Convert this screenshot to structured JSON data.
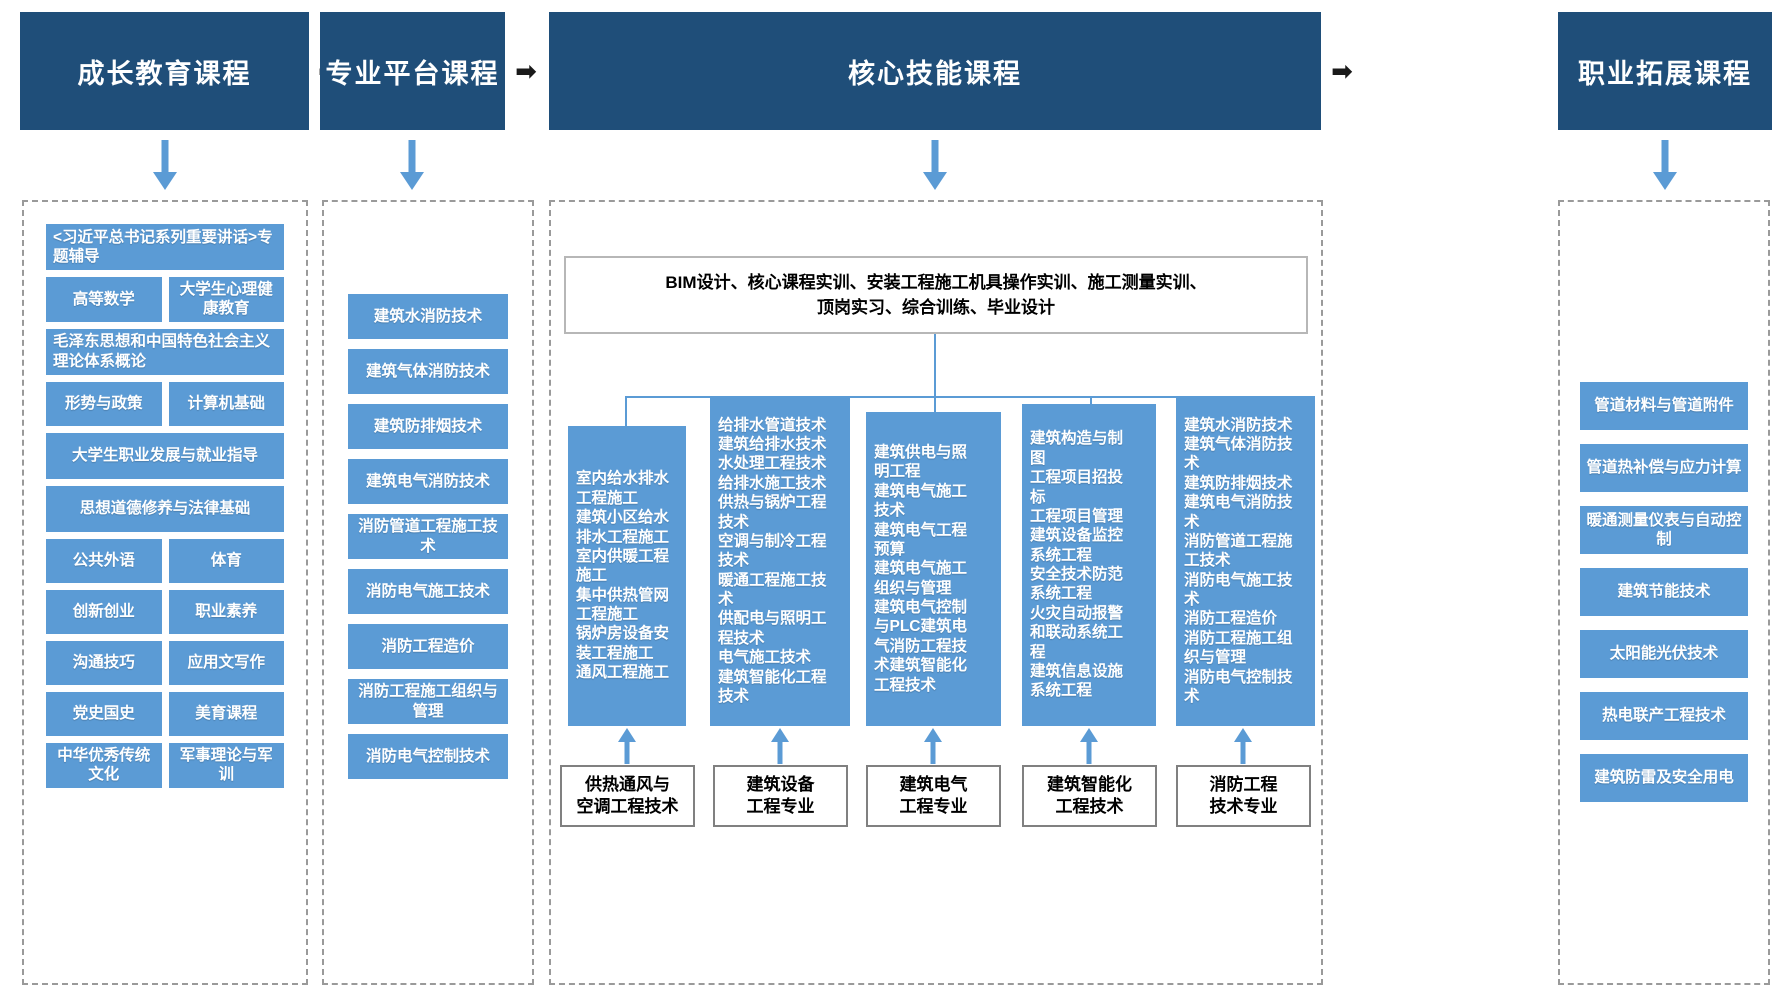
{
  "headers": [
    {
      "label": "成长教育课程"
    },
    {
      "label": "专业平台课程"
    },
    {
      "label": "核心技能课程"
    },
    {
      "label": "职业拓展课程"
    }
  ],
  "arrow_glyph": "➡",
  "colors": {
    "header_bg": "#1F4E79",
    "chip_bg": "#5B9BD5",
    "arrow": "#5B9BD5",
    "panel_border": "#9a9a9a",
    "text_light": "#ffffff",
    "text_dark": "#000000"
  },
  "growth_education": {
    "rows": [
      {
        "type": "wide",
        "items": [
          "<习近平总书记系列重要讲话>专题辅导"
        ]
      },
      {
        "type": "half",
        "items": [
          "高等数学",
          "大学生心理健康教育"
        ]
      },
      {
        "type": "wide",
        "items": [
          "毛泽东思想和中国特色社会主义理论体系概论"
        ]
      },
      {
        "type": "half",
        "items": [
          "形势与政策",
          "计算机基础"
        ]
      },
      {
        "type": "wide",
        "items": [
          "大学生职业发展与就业指导"
        ]
      },
      {
        "type": "wide",
        "items": [
          "思想道德修养与法律基础"
        ]
      },
      {
        "type": "half",
        "items": [
          "公共外语",
          "体育"
        ]
      },
      {
        "type": "half",
        "items": [
          "创新创业",
          "职业素养"
        ]
      },
      {
        "type": "half",
        "items": [
          "沟通技巧",
          "应用文写作"
        ]
      },
      {
        "type": "half",
        "items": [
          "党史国史",
          "美育课程"
        ]
      },
      {
        "type": "half",
        "items": [
          "中华优秀传统文化",
          "军事理论与军训"
        ]
      }
    ]
  },
  "platform_courses": {
    "items": [
      "建筑水消防技术",
      "建筑气体消防技术",
      "建筑防排烟技术",
      "建筑电气消防技术",
      "消防管道工程施工技术",
      "消防电气施工技术",
      "消防工程造价",
      "消防工程施工组织与管理",
      "消防电气控制技术"
    ]
  },
  "core_skills": {
    "practice_box": "BIM设计、核心课程实训、安装工程施工机具操作实训、施工测量实训、\n顶岗实习、综合训练、毕业设计",
    "columns": [
      {
        "courses": "室内给水排水\n工程施工\n建筑小区给水\n排水工程施工\n室内供暖工程\n施工\n集中供热管网\n工程施工\n锅炉房设备安\n装工程施工\n通风工程施工",
        "major": "供热通风与\n空调工程技术"
      },
      {
        "courses": "给排水管道技术\n建筑给排水技术\n水处理工程技术\n给排水施工技术\n供热与锅炉工程\n技术\n空调与制冷工程\n技术\n暖通工程施工技\n术\n供配电与照明工\n程技术\n电气施工技术\n建筑智能化工程\n技术",
        "major": "建筑设备\n工程专业"
      },
      {
        "courses": "建筑供电与照\n明工程\n建筑电气施工\n技术\n建筑电气工程\n预算\n建筑电气施工\n组织与管理\n建筑电气控制\n与PLC建筑电\n气消防工程技\n术建筑智能化\n工程技术",
        "major": "建筑电气\n工程专业"
      },
      {
        "courses": "建筑构造与制\n图\n工程项目招投\n标\n工程项目管理\n建筑设备监控\n系统工程\n安全技术防范\n系统工程\n火灾自动报警\n和联动系统工\n程\n建筑信息设施\n系统工程",
        "major": "建筑智能化\n工程技术"
      },
      {
        "courses": "建筑水消防技术\n建筑气体消防技\n术\n建筑防排烟技术\n建筑电气消防技\n术\n消防管道工程施\n工技术\n消防电气施工技\n术\n消防工程造价\n消防工程施工组\n织与管理\n消防电气控制技\n术",
        "major": "消防工程\n技术专业"
      }
    ]
  },
  "career_extension": {
    "items": [
      "管道材料与管道附件",
      "管道热补偿与应力计算",
      "暖通测量仪表与自动控制",
      "建筑节能技术",
      "太阳能光伏技术",
      "热电联产工程技术",
      "建筑防雷及安全用电"
    ]
  }
}
